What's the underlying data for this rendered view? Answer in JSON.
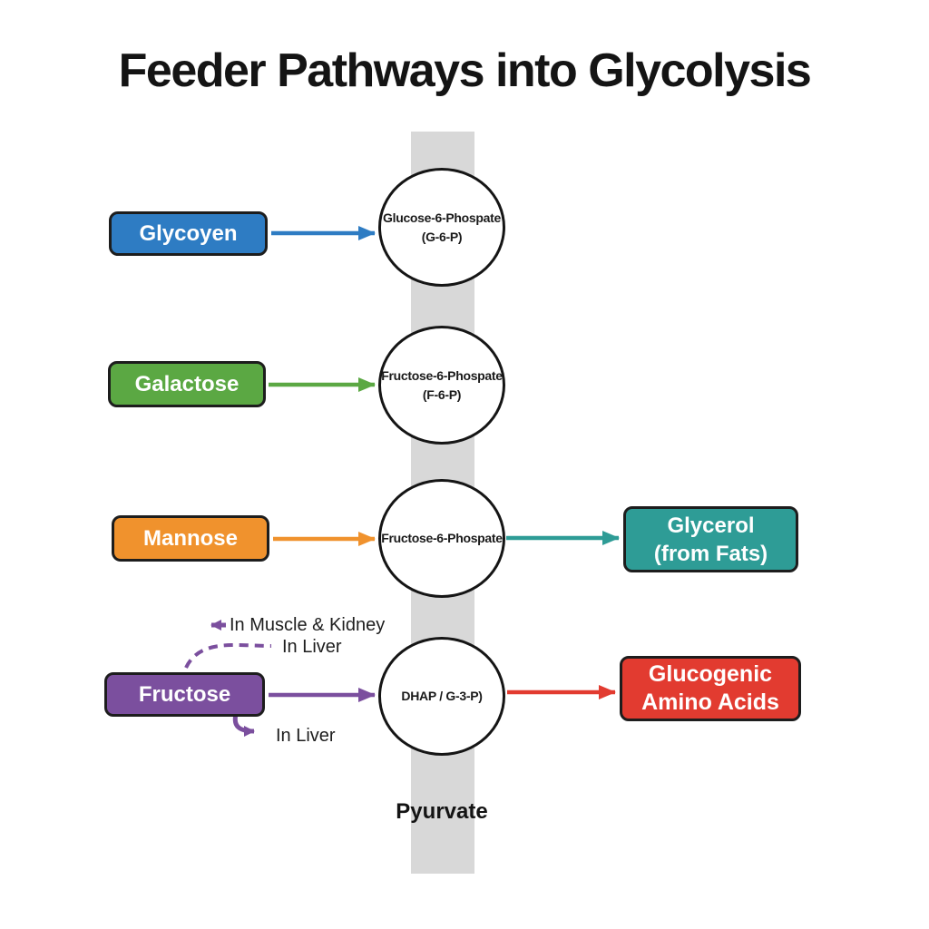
{
  "title": "Feeder Pathways into Glycolysis",
  "colors": {
    "glycogen_blue": "#2E7CC3",
    "galactose_green": "#5BA843",
    "mannose_orange": "#F0922D",
    "fructose_purple": "#7B4F9E",
    "glycerol_teal": "#2E9C96",
    "amino_acids_red": "#E23B30",
    "pathway_bar_gray": "#D8D8D8",
    "outline_black": "#1D1D1D"
  },
  "left_nodes": [
    {
      "label": "Glycoyen"
    },
    {
      "label": "Galactose"
    },
    {
      "label": "Mannose"
    },
    {
      "label": "Fructose"
    }
  ],
  "pathway_nodes": [
    {
      "line1": "Glucose-6-Phospate",
      "line2": "(G-6-P)"
    },
    {
      "line1": "Fructose-6-Phospate",
      "line2": "(F-6-P)"
    },
    {
      "line1": "Fructose-6-Phospate",
      "line2": ""
    },
    {
      "line1": "DHAP / G-3-P)",
      "line2": ""
    }
  ],
  "right_nodes": [
    {
      "line1": "Glycerol",
      "line2": "(from Fats)"
    },
    {
      "line1": "Glucogenic",
      "line2": "Amino Acids"
    }
  ],
  "annotations": {
    "muscle_kidney": "In Muscle & Kidney",
    "liver_top": "In Liver",
    "liver_bottom": "In Liver"
  },
  "bottom_label": "Pyurvate"
}
